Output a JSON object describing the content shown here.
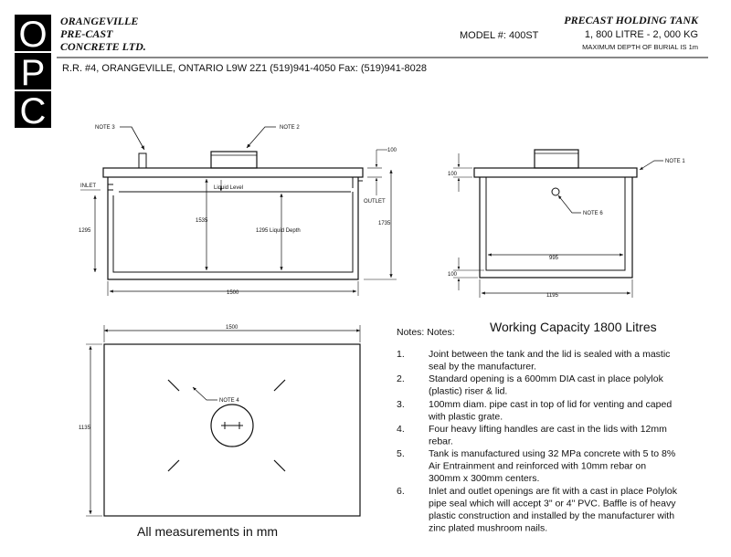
{
  "logo": {
    "letters": [
      "O",
      "P",
      "C"
    ]
  },
  "company": {
    "lines": [
      "ORANGEVILLE",
      "PRE-CAST",
      "CONCRETE LTD."
    ]
  },
  "model": "MODEL #: 400ST",
  "product": {
    "title": "PRECAST HOLDING TANK",
    "capacity_weight": "1, 800 LITRE - 2, 000 KG",
    "burial": "MAXIMUM DEPTH OF BURIAL IS 1m"
  },
  "address": "R.R. #4, ORANGEVILLE, ONTARIO  L9W 2Z1  (519)941-4050  Fax: (519)941-8028",
  "side_view": {
    "note2": "NOTE 2",
    "note3": "NOTE 3",
    "inlet": "INLET",
    "outlet": "OUTLET",
    "liquid_level": "Liquid Level",
    "lid_thickness": "100",
    "height_inner": "1535",
    "liquid_depth": "1295 Liquid Depth",
    "inlet_height": "1295",
    "outer_height": "1735",
    "length": "1500"
  },
  "end_view": {
    "note1": "NOTE 1",
    "note6": "NOTE 6",
    "top_dim": "100",
    "bottom_dim": "100",
    "inner_width": "995",
    "outer_width": "1195"
  },
  "plan_view": {
    "width": "1500",
    "height": "1135",
    "note4": "NOTE 4"
  },
  "measure_caption": "All measurements in mm",
  "notes": {
    "heading": "Notes: Notes:",
    "capacity": "Working Capacity 1800 Litres",
    "items": [
      {
        "num": "1.",
        "lines": [
          "Joint between the tank and the lid is sealed with a mastic",
          "seal by the manufacturer."
        ]
      },
      {
        "num": "2.",
        "lines": [
          "Standard opening is a 600mm DIA cast in place polylok",
          "(plastic) riser & lid."
        ]
      },
      {
        "num": "3.",
        "lines": [
          "100mm diam. pipe cast in top of lid for venting and caped",
          "with plastic grate."
        ]
      },
      {
        "num": "4.",
        "lines": [
          "Four heavy lifting handles are cast in the lids with 12mm",
          "rebar."
        ]
      },
      {
        "num": "5.",
        "lines": [
          "Tank is manufactured using 32 MPa concrete with 5 to 8%",
          "Air Entrainment and reinforced with 10mm rebar on",
          "300mm x 300mm centers."
        ]
      },
      {
        "num": "6.",
        "lines": [
          "Inlet and outlet openings are fit with a cast in place Polylok",
          "pipe seal which will accept 3\" or 4\" PVC. Baffle is of heavy",
          "plastic construction and installed by the manufacturer with",
          "zinc plated mushroom nails."
        ]
      }
    ]
  }
}
